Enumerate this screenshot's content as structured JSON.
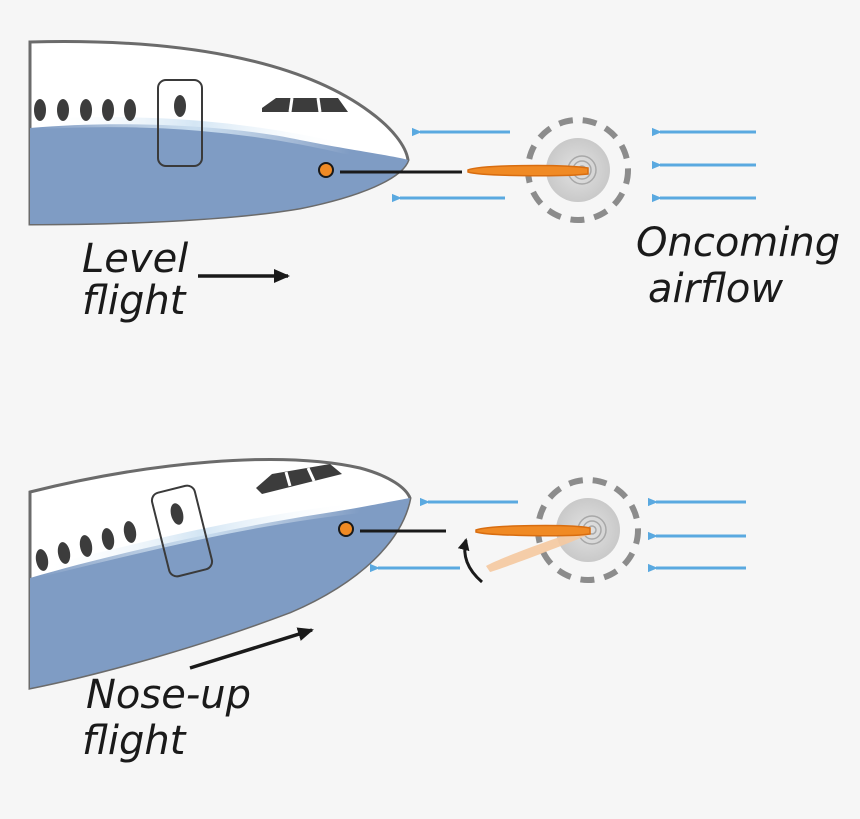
{
  "colors": {
    "background": "#f6f6f6",
    "fuselage_white": "#ffffff",
    "fuselage_blue": "#7f9cc4",
    "fuselage_outline": "#6b6b6b",
    "airflow_arrow": "#5aa9e0",
    "vane": "#f08a24",
    "vane_ghost": "#f5c9a0",
    "sensor_dot": "#f08a24",
    "hub": "#d0d0d0",
    "dashed_ring": "#8c8c8c",
    "ink": "#1a1a1a"
  },
  "icons": {
    "flight_direction": "arrow-right-icon",
    "rotation": "curved-arrow-icon",
    "airflow": "arrow-left-icon"
  },
  "panels": {
    "level": {
      "label_line1": "Level",
      "label_line2": "flight",
      "airflow_line1": "Oncoming",
      "airflow_line2": "airflow"
    },
    "noseup": {
      "label_line1": "Nose-up",
      "label_line2": "flight"
    }
  }
}
